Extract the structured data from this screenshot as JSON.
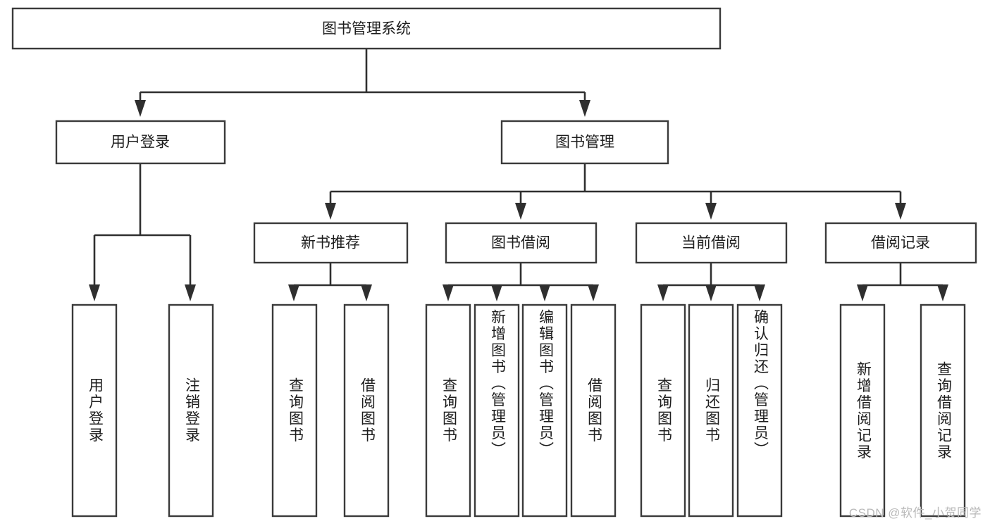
{
  "diagram": {
    "type": "tree",
    "title": "图书管理系统",
    "watermark": "CSDN @软件_小贺同学",
    "colors": {
      "background": "#ffffff",
      "box_stroke": "#3a3a3a",
      "connector": "#2f2f2f",
      "text": "#1d1d1d",
      "watermark": "#b9b9b9"
    },
    "levels": {
      "root": {
        "label": "图书管理系统",
        "orientation": "horizontal"
      },
      "level2": [
        {
          "label": "用户登录",
          "orientation": "horizontal"
        },
        {
          "label": "图书管理",
          "orientation": "horizontal"
        }
      ],
      "level3": [
        {
          "label": "新书推荐",
          "orientation": "horizontal"
        },
        {
          "label": "图书借阅",
          "orientation": "horizontal"
        },
        {
          "label": "当前借阅",
          "orientation": "horizontal"
        },
        {
          "label": "借阅记录",
          "orientation": "horizontal"
        }
      ],
      "leaves": [
        {
          "label": "用户登录",
          "orientation": "vertical",
          "parent": "用户登录"
        },
        {
          "label": "注销登录",
          "orientation": "vertical",
          "parent": "用户登录"
        },
        {
          "label": "查询图书",
          "orientation": "vertical",
          "parent": "新书推荐"
        },
        {
          "label": "借阅图书",
          "orientation": "vertical",
          "parent": "新书推荐"
        },
        {
          "label": "查询图书",
          "orientation": "vertical",
          "parent": "图书借阅"
        },
        {
          "label": "新增图书（管理员）",
          "orientation": "vertical",
          "parent": "图书借阅"
        },
        {
          "label": "编辑图书（管理员）",
          "orientation": "vertical",
          "parent": "图书借阅"
        },
        {
          "label": "借阅图书",
          "orientation": "vertical",
          "parent": "图书借阅"
        },
        {
          "label": "查询图书",
          "orientation": "vertical",
          "parent": "当前借阅"
        },
        {
          "label": "归还图书",
          "orientation": "vertical",
          "parent": "当前借阅"
        },
        {
          "label": "确认归还（管理员）",
          "orientation": "vertical",
          "parent": "当前借阅"
        },
        {
          "label": "新增借阅记录",
          "orientation": "vertical",
          "parent": "借阅记录"
        },
        {
          "label": "查询借阅记录",
          "orientation": "vertical",
          "parent": "借阅记录"
        }
      ]
    }
  }
}
